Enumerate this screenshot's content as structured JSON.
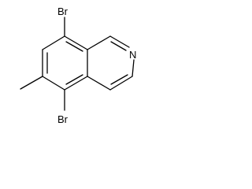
{
  "molecule": {
    "atoms": {
      "br_top": "Br",
      "br_bottom": "Br",
      "nitrogen": "N"
    },
    "colors": {
      "bond": "#000000",
      "label": "#000000",
      "background": "#ffffff"
    }
  }
}
